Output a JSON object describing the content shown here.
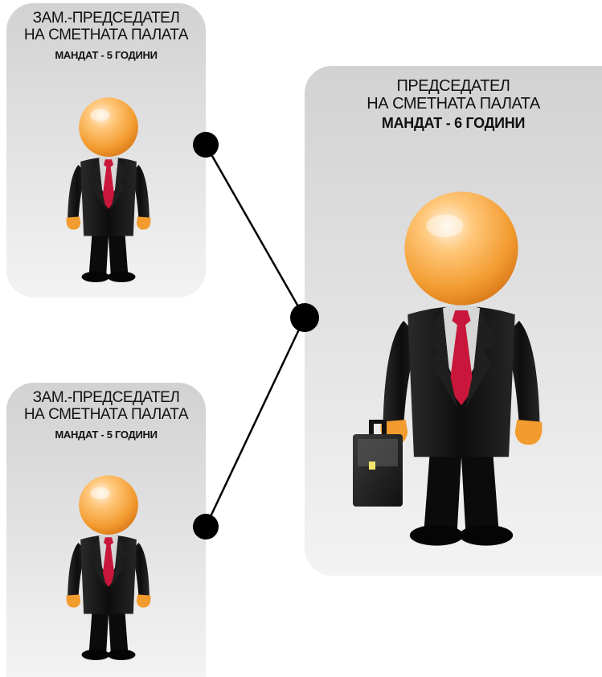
{
  "vice_chair_top": {
    "line1": "ЗАМ.-ПРЕДСЕДАТЕЛ",
    "line2": "НА СМЕТНАТА ПАЛАТА",
    "term": "МАНДАТ - 5 ГОДИНИ"
  },
  "vice_chair_bottom": {
    "line1": "ЗАМ.-ПРЕДСЕДАТЕЛ",
    "line2": "НА СМЕТНАТА ПАЛАТА",
    "term": "МАНДАТ - 5 ГОДИНИ"
  },
  "chairman": {
    "line1": "ПРЕДСЕДАТЕЛ",
    "line2": "НА СМЕТНАТА ПАЛАТА",
    "term": "МАНДАТ - 6 ГОДИНИ"
  },
  "colors": {
    "card_top": "#d2d2d2",
    "card_bottom": "#f3f3f3",
    "head": "#f4a23a",
    "suit": "#141414",
    "tie": "#c8173a",
    "shirt": "#d6d6d6",
    "connector": "#000000"
  },
  "icons": {
    "person": "businessman-icon",
    "briefcase": "briefcase-icon"
  }
}
